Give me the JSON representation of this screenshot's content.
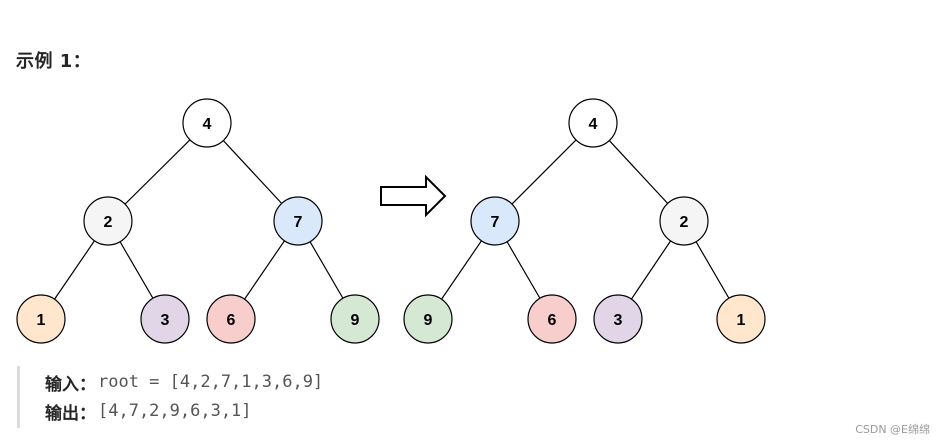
{
  "heading": "示例 1：",
  "colors": {
    "white": "#ffffff",
    "grey": "#f5f5f5",
    "blue": "#dae8fc",
    "orange": "#ffe6cc",
    "purple": "#e1d5e7",
    "red": "#f8cecc",
    "green": "#d5e8d4",
    "stroke": "#000000"
  },
  "trees": {
    "before": {
      "root": "4",
      "level1": [
        "2",
        "7"
      ],
      "level2": [
        "1",
        "3",
        "6",
        "9"
      ]
    },
    "after": {
      "root": "4",
      "level1": [
        "7",
        "2"
      ],
      "level2": [
        "9",
        "6",
        "3",
        "1"
      ]
    }
  },
  "arrow_icon": "right-outline-arrow-icon",
  "io": {
    "input_label": "输入：",
    "input_value": "root = [4,2,7,1,3,6,9]",
    "output_label": "输出：",
    "output_value": "[4,7,2,9,6,3,1]"
  },
  "watermark": "CSDN @E绵绵"
}
